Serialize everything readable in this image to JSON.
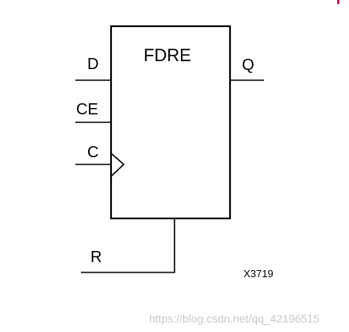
{
  "diagram": {
    "component_name": "FDRE",
    "pins": {
      "d": "D",
      "ce": "CE",
      "c": "C",
      "q": "Q",
      "r": "R"
    },
    "figure_id": "X3719"
  },
  "watermark": "https://blog.csdn.net/qq_42196515",
  "colors": {
    "line": "#000000",
    "background": "#ffffff",
    "corner_mark": "#c2185b",
    "watermark": "#c8c8c8"
  }
}
